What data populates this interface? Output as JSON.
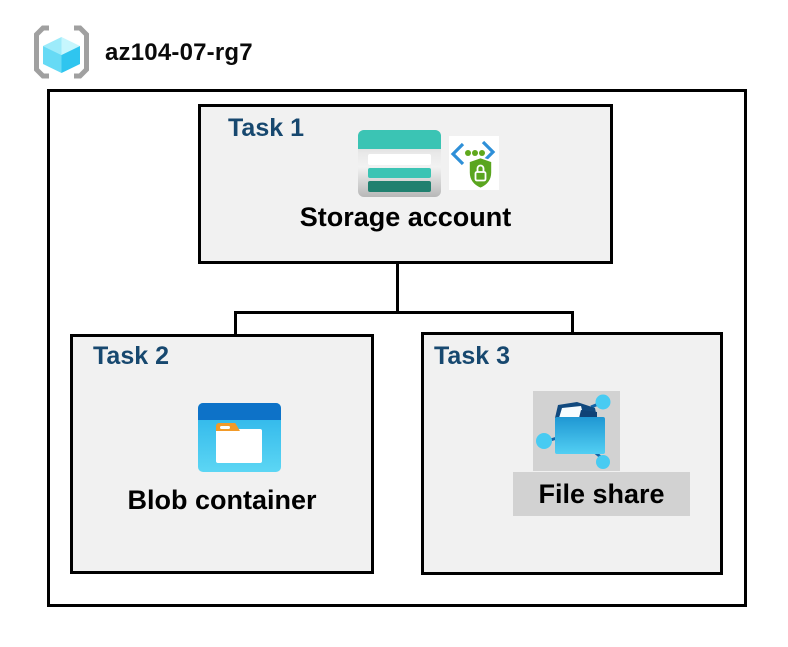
{
  "header": {
    "icon": "resource-group-icon",
    "title": "az104-07-rg7"
  },
  "resource_group": {
    "tasks": [
      {
        "id": "task1",
        "label": "Task 1",
        "item": "Storage account",
        "icons": [
          "storage-account-icon",
          "sas-shield-icon"
        ]
      },
      {
        "id": "task2",
        "label": "Task 2",
        "item": "Blob container",
        "icons": [
          "blob-container-icon"
        ]
      },
      {
        "id": "task3",
        "label": "Task 3",
        "item": "File share",
        "icons": [
          "file-share-icon"
        ]
      }
    ]
  },
  "connections": [
    {
      "from": "Storage account",
      "to": "Blob container"
    },
    {
      "from": "Storage account",
      "to": "File share"
    }
  ],
  "colors": {
    "task_label_navy": "#17486f",
    "box_fill": "#f1f1f1",
    "box_border": "#000000",
    "storage_teal": "#3bc4b4",
    "storage_teal_dark": "#20806f",
    "blob_header_blue": "#0d72c8",
    "blob_body_cyan": "#3cc0ec",
    "blob_tab_orange": "#f29a28",
    "file_share_navy": "#11497e",
    "file_share_cyan": "#48cbf2",
    "sas_bracket_blue": "#2e8fd8",
    "sas_shield_green": "#5aa51f",
    "gray_patch": "#d2d2d2",
    "rg_bracket_gray": "#a0a0a0",
    "rg_cube_cyan": "#2fc5ef"
  }
}
